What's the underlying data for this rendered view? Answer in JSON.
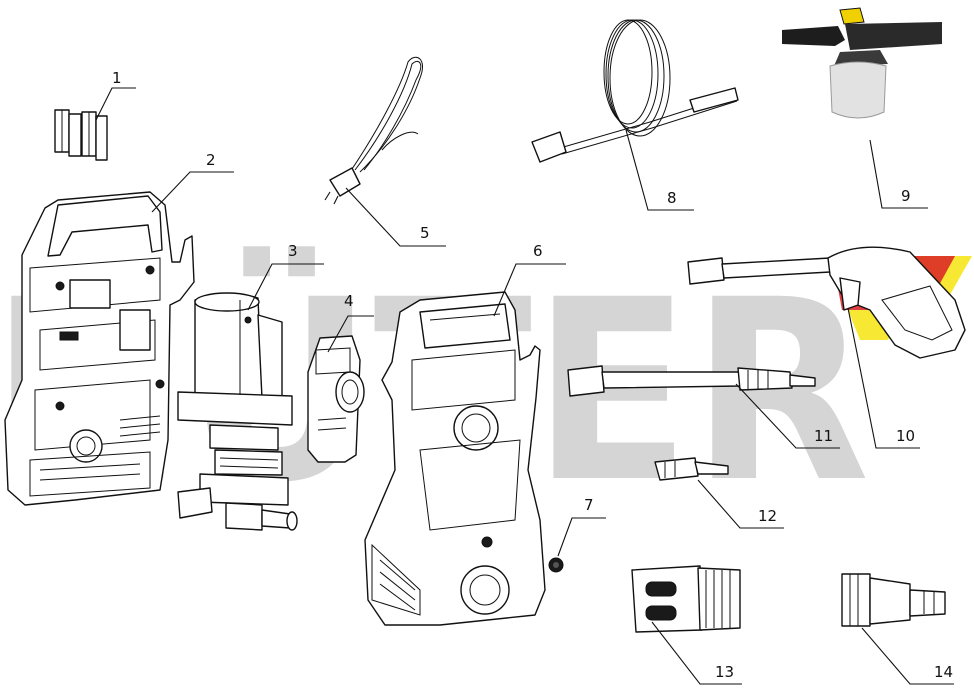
{
  "watermark": {
    "text": "HÜTER",
    "color": "#b3b3b3",
    "logo_colors": [
      "#d91f26",
      "#f5e400"
    ]
  },
  "callouts": [
    {
      "id": "1",
      "label": "1"
    },
    {
      "id": "2",
      "label": "2"
    },
    {
      "id": "3",
      "label": "3"
    },
    {
      "id": "4",
      "label": "4"
    },
    {
      "id": "5",
      "label": "5"
    },
    {
      "id": "6",
      "label": "6"
    },
    {
      "id": "7",
      "label": "7"
    },
    {
      "id": "8",
      "label": "8"
    },
    {
      "id": "9",
      "label": "9"
    },
    {
      "id": "10",
      "label": "10"
    },
    {
      "id": "11",
      "label": "11"
    },
    {
      "id": "12",
      "label": "12"
    },
    {
      "id": "13",
      "label": "13"
    },
    {
      "id": "14",
      "label": "14"
    }
  ]
}
